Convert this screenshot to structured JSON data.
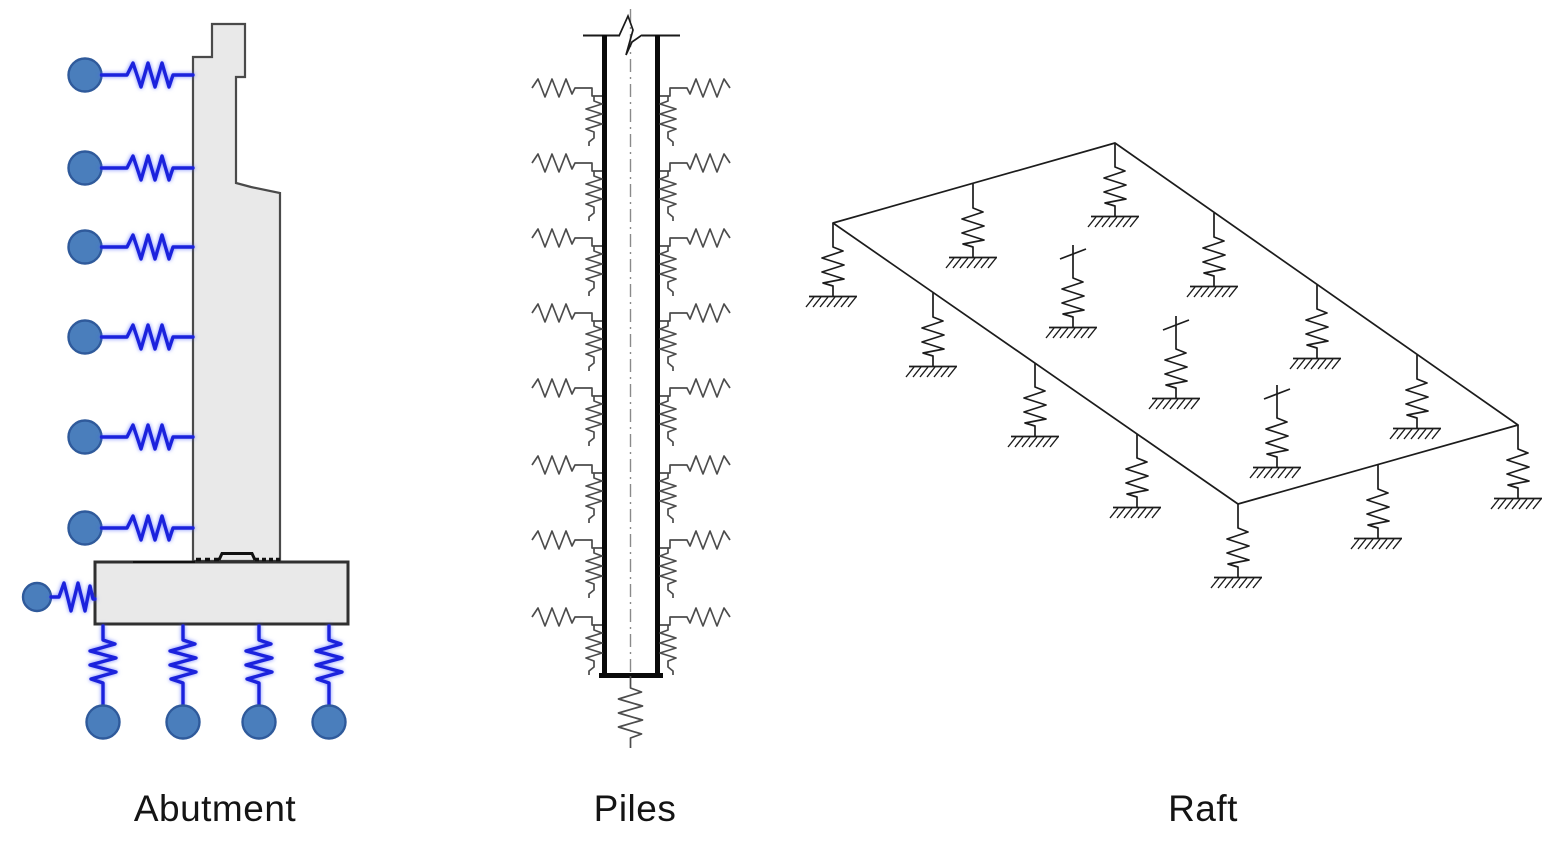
{
  "page": {
    "background": "#ffffff"
  },
  "figures": {
    "abutment": {
      "label": "Abutment",
      "stem_horizontal_springs": 6,
      "footing_horizontal_springs": 1,
      "base_vertical_springs": 4,
      "spring_color": "#1b22dd",
      "node_fill": "#4a7ebc",
      "node_stroke": "#2f5a9b",
      "body_fill": "#e9e9e9",
      "body_outline": "#4a4a4a"
    },
    "piles": {
      "label": "Piles",
      "spring_levels": 8,
      "lateral_springs_per_level": 2,
      "friction_springs_per_level": 2,
      "tip_springs": 1,
      "spring_color": "#4c4c4c",
      "wall_color": "#0a0a0a",
      "centerline_color": "#8a8a8a"
    },
    "raft": {
      "label": "Raft",
      "perimeter_springs": 12,
      "interior_springs": 3,
      "line_color": "#1c1c1c"
    }
  }
}
